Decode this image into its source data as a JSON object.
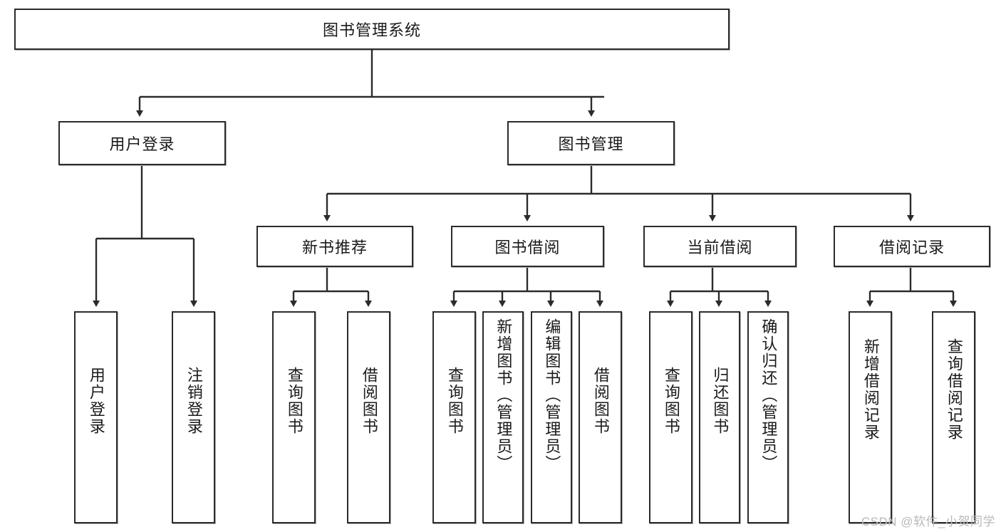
{
  "diagram": {
    "title": "图书管理系统",
    "type": "tree-hierarchy-diagram",
    "watermark": "CSDN @软件_小贺同学",
    "colors": {
      "box_border": "#2b2b2b",
      "box_fill": "#ffffff",
      "edge": "#2b2b2b",
      "text": "#1a1a1a",
      "watermark": "#b9b9b9",
      "background": "#ffffff"
    },
    "nodes": {
      "root": {
        "label": "图书管理系统",
        "orientation": "horizontal"
      },
      "level2": [
        {
          "id": "user-login",
          "label": "用户登录",
          "orientation": "horizontal"
        },
        {
          "id": "book-manage",
          "label": "图书管理",
          "orientation": "horizontal"
        }
      ],
      "level3": [
        {
          "id": "new-book-recommend",
          "label": "新书推荐",
          "orientation": "horizontal"
        },
        {
          "id": "book-borrow",
          "label": "图书借阅",
          "orientation": "horizontal"
        },
        {
          "id": "current-borrow",
          "label": "当前借阅",
          "orientation": "horizontal"
        },
        {
          "id": "borrow-record",
          "label": "借阅记录",
          "orientation": "horizontal"
        }
      ],
      "leaves": [
        {
          "id": "leaf-user-login",
          "label": "用户登录",
          "parent": "user-login",
          "orientation": "vertical"
        },
        {
          "id": "leaf-logout-login",
          "label": "注销登录",
          "parent": "user-login",
          "orientation": "vertical"
        },
        {
          "id": "leaf-query-book-1",
          "label": "查询图书",
          "parent": "new-book-recommend",
          "orientation": "vertical"
        },
        {
          "id": "leaf-borrow-book-1",
          "label": "借阅图书",
          "parent": "new-book-recommend",
          "orientation": "vertical"
        },
        {
          "id": "leaf-query-book-2",
          "label": "查询图书",
          "parent": "book-borrow",
          "orientation": "vertical"
        },
        {
          "id": "leaf-add-book",
          "label": "新增图书（管理员）",
          "parent": "book-borrow",
          "orientation": "vertical"
        },
        {
          "id": "leaf-edit-book",
          "label": "编辑图书（管理员）",
          "parent": "book-borrow",
          "orientation": "vertical"
        },
        {
          "id": "leaf-borrow-book-2",
          "label": "借阅图书",
          "parent": "book-borrow",
          "orientation": "vertical"
        },
        {
          "id": "leaf-query-book-3",
          "label": "查询图书",
          "parent": "current-borrow",
          "orientation": "vertical"
        },
        {
          "id": "leaf-return-book",
          "label": "归还图书",
          "parent": "current-borrow",
          "orientation": "vertical"
        },
        {
          "id": "leaf-confirm-return",
          "label": "确认归还（管理员）",
          "parent": "current-borrow",
          "orientation": "vertical"
        },
        {
          "id": "leaf-add-record",
          "label": "新增借阅记录",
          "parent": "borrow-record",
          "orientation": "vertical"
        },
        {
          "id": "leaf-query-record",
          "label": "查询借阅记录",
          "parent": "borrow-record",
          "orientation": "vertical"
        }
      ]
    }
  }
}
